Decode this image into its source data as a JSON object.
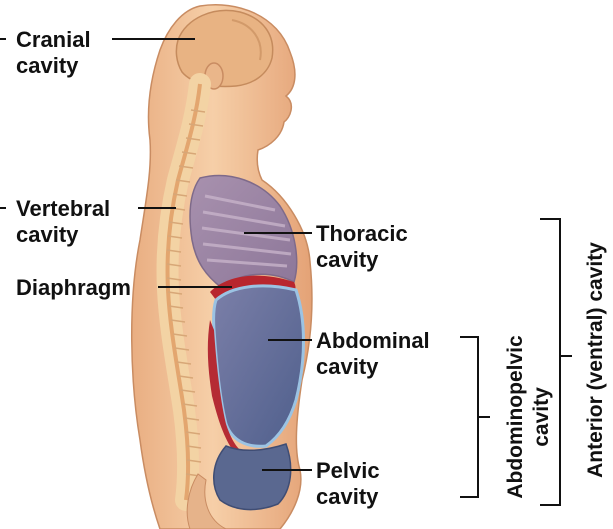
{
  "labels": {
    "cranial_1": "Cranial",
    "cranial_2": "cavity",
    "vertebral_1": "Vertebral",
    "vertebral_2": "cavity",
    "diaphragm": "Diaphragm",
    "thoracic_1": "Thoracic",
    "thoracic_2": "cavity",
    "abdominal_1": "Abdominal",
    "abdominal_2": "cavity",
    "pelvic_1": "Pelvic",
    "pelvic_2": "cavity",
    "abdominopelvic_1": "Abdominopelvic",
    "abdominopelvic_2": "cavity",
    "anterior": "Anterior (ventral) cavity"
  },
  "colors": {
    "background": "#ffffff",
    "skin": "#f2c39a",
    "skin_shadow": "#d99a6e",
    "brain": "#e7b787",
    "vertebra": "#f6dcb0",
    "thoracic": "#9d86a6",
    "abdominal": "#5f6f9a",
    "diaphragm": "#b8262e",
    "lines": "#111111"
  }
}
